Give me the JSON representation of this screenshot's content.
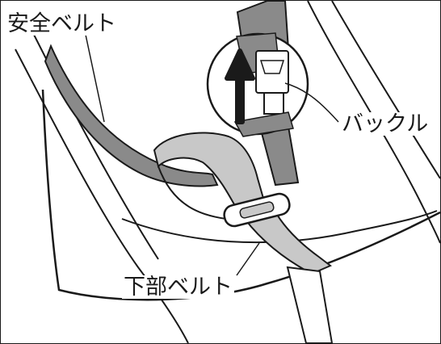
{
  "labels": {
    "safety_belt": "安全ベルト",
    "buckle": "バックル",
    "lower_belt": "下部ベルト"
  },
  "colors": {
    "line": "#1a1a1a",
    "belt_dark": "#8a8a8a",
    "belt_light": "#c8c8c8",
    "arrow": "#1a1a1a",
    "background": "#ffffff"
  },
  "icons": {
    "direction": "up-arrow-icon"
  }
}
